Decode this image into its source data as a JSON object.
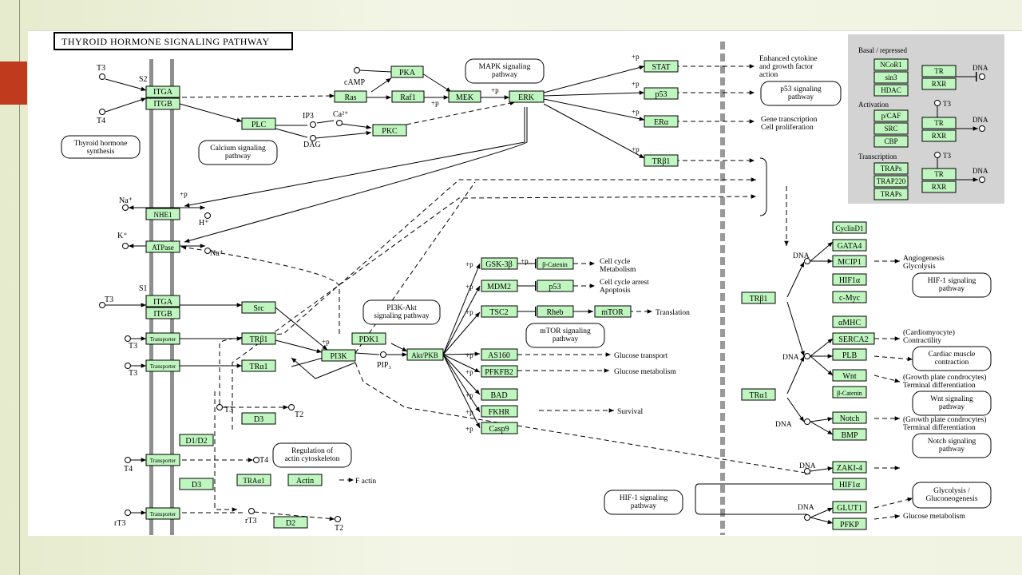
{
  "title": "THYROID HORMONE SIGNALING PATHWAY",
  "colors": {
    "gene_fill": "#bff5bf",
    "accent": "#c03a1e",
    "legend_bg": "#d3d3d3",
    "membrane": "#8f8f8f"
  },
  "genes": {
    "itga1": "ITGA",
    "itgb1": "ITGB",
    "itga2": "ITGA",
    "itgb2": "ITGB",
    "pka": "PKA",
    "ras": "Ras",
    "raf1": "Raf1",
    "mek": "MEK",
    "erk": "ERK",
    "plc": "PLC",
    "pkc": "PKC",
    "nhe1": "NHE1",
    "atpase": "ATPase",
    "stat": "STAT",
    "p53a": "p53",
    "era": "ERα",
    "trb1a": "TRβ1",
    "src": "Src",
    "trb1b": "TRβ1",
    "tra1": "TRα1",
    "pdk1": "PDK1",
    "pi3k": "PI3K",
    "akt": "Akt/PKB",
    "gsk3b": "GSK-3β",
    "bcat": "β-Catenin",
    "mdm2": "MDM2",
    "p53b": "p53",
    "tsc2": "TSC2",
    "rheb": "Rheb",
    "mtor": "mTOR",
    "as160": "AS160",
    "pfkfb2": "PFKFB2",
    "bad": "BAD",
    "fkhr": "FKHR",
    "casp9": "Casp9",
    "transporter": "Transporter",
    "d3a": "D3",
    "d1d2": "D1/D2",
    "d3b": "D3",
    "d2": "D2",
    "tra1b": "TRAα1",
    "actin": "Actin",
    "trb1c": "TRβ1",
    "tra1c": "TRα1",
    "cyclind1": "CyclinD1",
    "gata4": "GATA4",
    "mcip1": "MCIP1",
    "hif1a": "HIF1α",
    "cmyc": "c-Myc",
    "amhc": "αMHC",
    "serca2": "SERCA2",
    "plb": "PLB",
    "wnt": "Wnt",
    "bcat2": "β-Catenin",
    "notch": "Notch",
    "bmp": "BMP",
    "zaki4": "ZAKI-4",
    "hif1a2": "HIF1α",
    "glut1": "GLUT1",
    "pfkp": "PFKP"
  },
  "compounds": {
    "t3a": "T3",
    "t4a": "T4",
    "s2": "S2",
    "camp": "cAMP",
    "ip3": "IP3",
    "ca": "Ca²⁺",
    "dag": "DAG",
    "na1": "Na⁺",
    "h": "H⁺",
    "k": "K⁺",
    "na2": "Na⁺",
    "s1": "S1",
    "t3b": "T3",
    "t3c": "T3",
    "t3d": "T3",
    "pip3": "PIP₃",
    "t3e": "T3",
    "t2a": "T2",
    "t4b": "T4",
    "t4c": "T4",
    "rt3a": "rT3",
    "rt3b": "rT3",
    "t2b": "T2"
  },
  "labels": {
    "p": "+p",
    "mapk": "MAPK signaling pathway",
    "thyroid_synth": "Thyroid hormone synthesis",
    "calcium": "Calcium signaling pathway",
    "pi3k_akt": "PI3K-Akt signaling pathway",
    "mtor_path": "mTOR signaling pathway",
    "regulation_actin": "Regulation of actin cytoskeleton",
    "hif1_a": "HIF-1 signaling pathway",
    "hif1_b": "HIF-1 signaling pathway",
    "p53_path": "p53 signaling pathway",
    "cardiac": "Cardiac muscle contraction",
    "wnt_path": "Wnt signaling pathway",
    "notch_path": "Notch signaling pathway",
    "glycolysis": "Glycolysis / Gluconeogenesis",
    "out_cytokine": "Enhanced cytokine and growth factor action",
    "out_gene": "Gene transcription Cell proliferation",
    "out_cellcycle": "Cell cycle Metabolism",
    "out_arrest": "Cell cycle arrest Apoptosis",
    "out_translation": "Translation",
    "out_glucose_transport": "Glucose transport",
    "out_glucose_metab": "Glucose metabolism",
    "out_survival": "Survival",
    "out_factin": "F actin",
    "out_angio": "Angiogenesis Glycolysis",
    "out_cardio": "(Cardiomyocyte) Contractility",
    "out_growth1": "(Growth plate condrocytes) Terminal differentiation",
    "out_growth2": "(Growth plate condrocytes) Terminal differentiation",
    "out_glucose_metab2": "Glucose metabolism",
    "dna": "DNA"
  },
  "legend": {
    "basal": "Basal / repressed",
    "activation": "Activation",
    "transcription": "Transcription",
    "ncor1": "NCoR1",
    "sin3": "sin3",
    "hdac": "HDAC",
    "pcaf": "p/CAF",
    "src": "SRC",
    "cbp": "CBP",
    "traps1": "TRAPs",
    "trap220": "TRAP220",
    "traps2": "TRAPs",
    "tr": "TR",
    "rxr": "RXR",
    "t3": "T3",
    "dna": "DNA"
  }
}
